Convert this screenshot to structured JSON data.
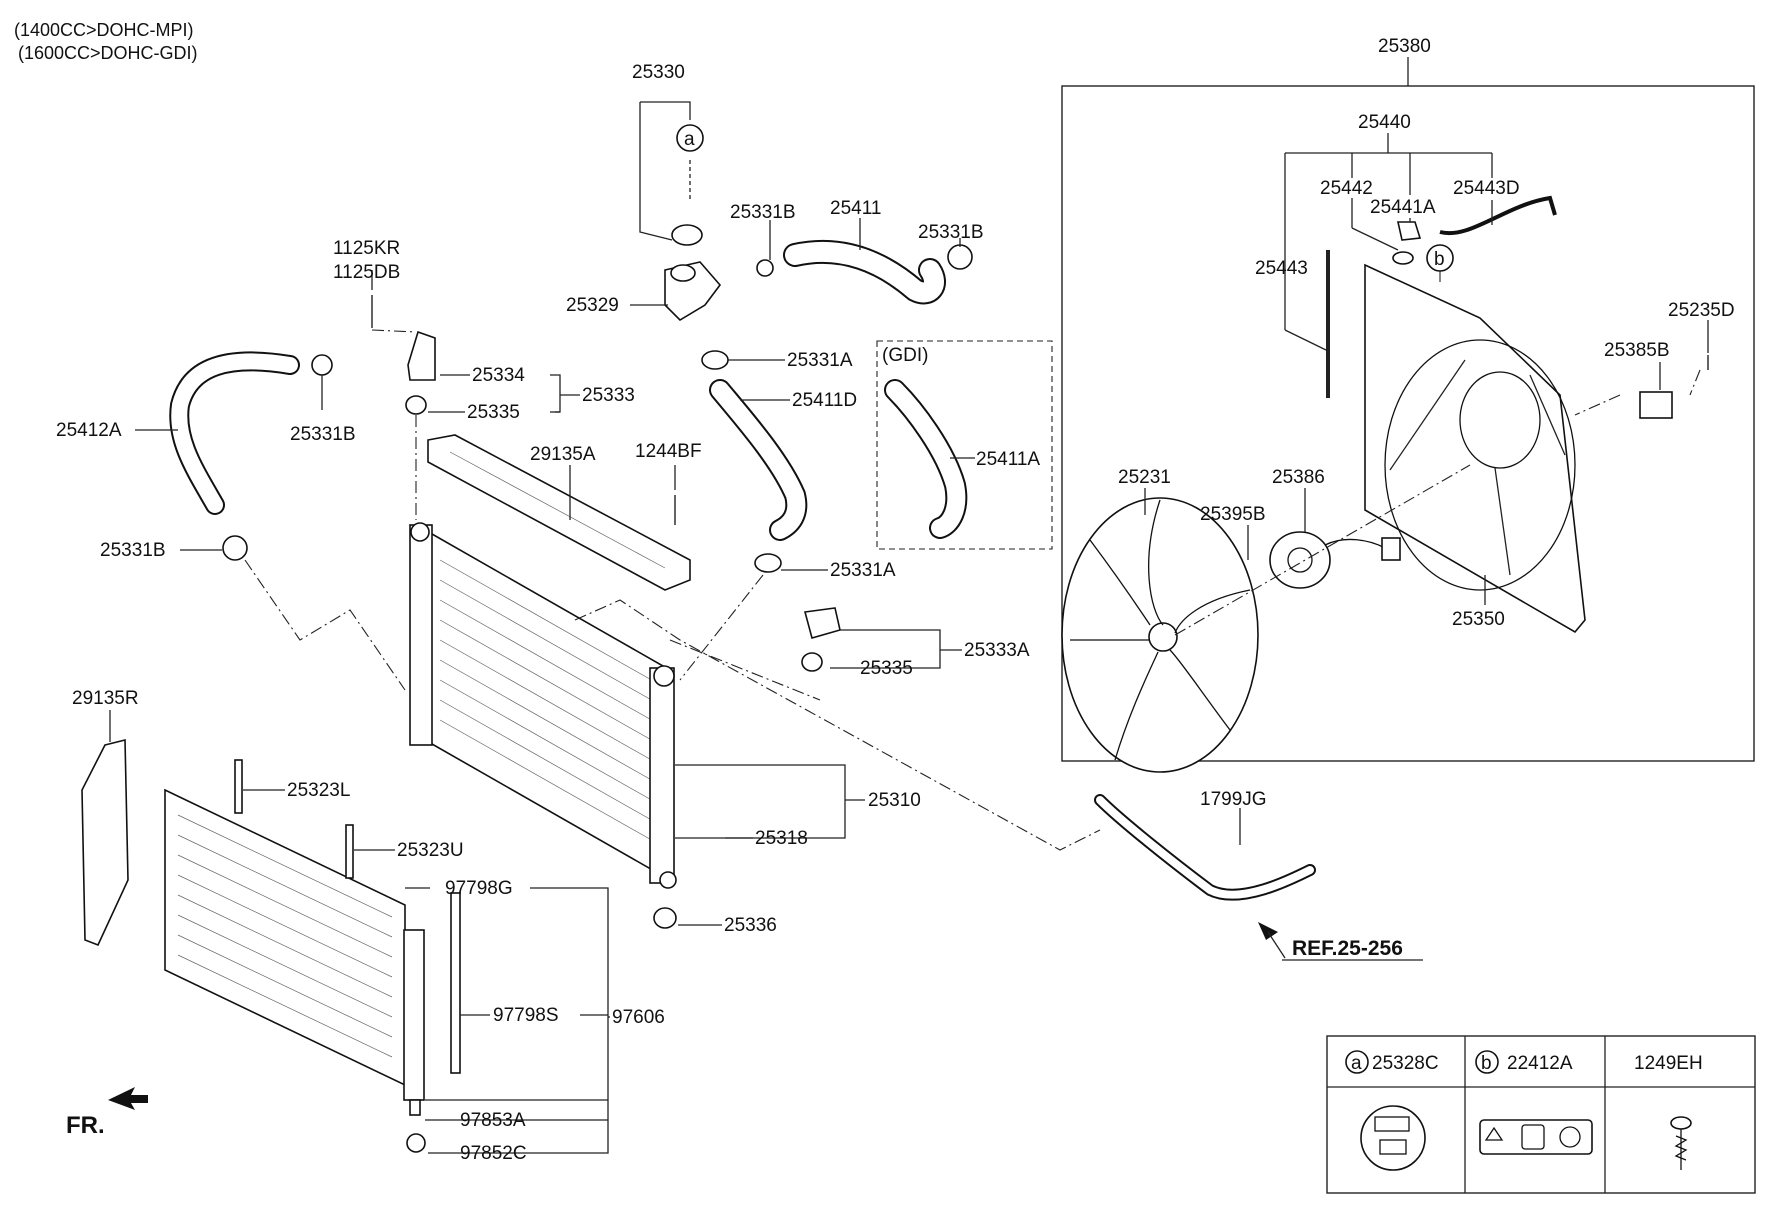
{
  "header": {
    "line1": "(1400CC>DOHC-MPI)",
    "line2": "(1600CC>DOHC-GDI)"
  },
  "labels": {
    "p25330": "25330",
    "p25331B_top": "25331B",
    "p25411": "25411",
    "p25331B_right": "25331B",
    "p1125KR": "1125KR",
    "p1125DB": "1125DB",
    "p25329": "25329",
    "p25331A_top": "25331A",
    "p25334": "25334",
    "p25333": "25333",
    "p25335_left": "25335",
    "p25412A": "25412A",
    "p25331B_left": "25331B",
    "p25411D": "25411D",
    "gdi": "(GDI)",
    "p25411A": "25411A",
    "p29135A": "29135A",
    "p1244BF": "1244BF",
    "p25331B_bottom": "25331B",
    "p25331A_mid": "25331A",
    "p25333A": "25333A",
    "p25335_right": "25335",
    "p29135R": "29135R",
    "p25323L": "25323L",
    "p25310": "25310",
    "p25323U": "25323U",
    "p25318": "25318",
    "p97798G": "97798G",
    "p25336": "25336",
    "p97798S": "97798S",
    "p97606": "97606",
    "p97853A": "97853A",
    "p97852C": "97852C",
    "fr": "FR.",
    "p25380": "25380",
    "p25440": "25440",
    "p25442": "25442",
    "p25443D": "25443D",
    "p25441A": "25441A",
    "p25443": "25443",
    "p25235D": "25235D",
    "p25385B": "25385B",
    "p25231": "25231",
    "p25386": "25386",
    "p25395B": "25395B",
    "p25350": "25350",
    "p1799JG": "1799JG",
    "ref": "REF.25-256"
  },
  "legend": {
    "col_a_marker": "a",
    "col_a_part": "25328C",
    "col_b_marker": "b",
    "col_b_part": "22412A",
    "col_c_part": "1249EH"
  },
  "callouts": {
    "a": "a",
    "b": "b"
  }
}
